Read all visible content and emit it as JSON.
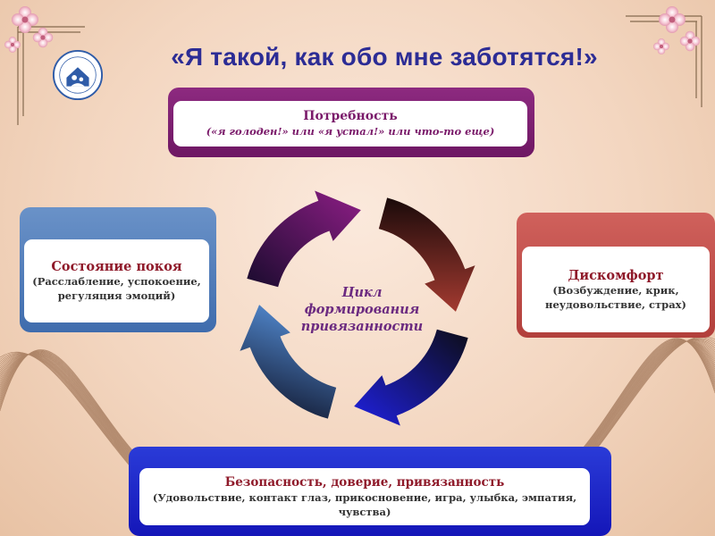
{
  "slide": {
    "title": "«Я такой, как обо мне заботятся!»",
    "center_label": [
      "Цикл",
      "формирования",
      "привязанности"
    ]
  },
  "boxes": {
    "need": {
      "title": "Потребность",
      "subtitle": "(«я голоден!» или «я устал!» или что-то еще)"
    },
    "calm": {
      "title": "Состояние покоя",
      "subtitle": [
        "(Расслабление, успокоение,",
        "регуляция эмоций)"
      ]
    },
    "discomfort": {
      "title": "Дискомфорт",
      "subtitle": [
        "(Возбуждение, крик,",
        "неудовольствие, страх)"
      ]
    },
    "safety": {
      "title": "Безопасность, доверие, привязанность",
      "subtitle": [
        "(Удовольствие, контакт глаз, прикосновение, игра, улыбка, эмпатия,",
        "чувства)"
      ]
    }
  },
  "colors": {
    "title": "#2c2c95",
    "need_frame": "#7a1a6a",
    "calm_frame": "#4f7bbd",
    "discomfort_frame": "#c14d49",
    "safety_frame": "#1d22c6",
    "accent_text": "#8f1a2a"
  },
  "icons": [
    "flower-icon",
    "logo-emblem",
    "cycle-arrow-icon"
  ]
}
